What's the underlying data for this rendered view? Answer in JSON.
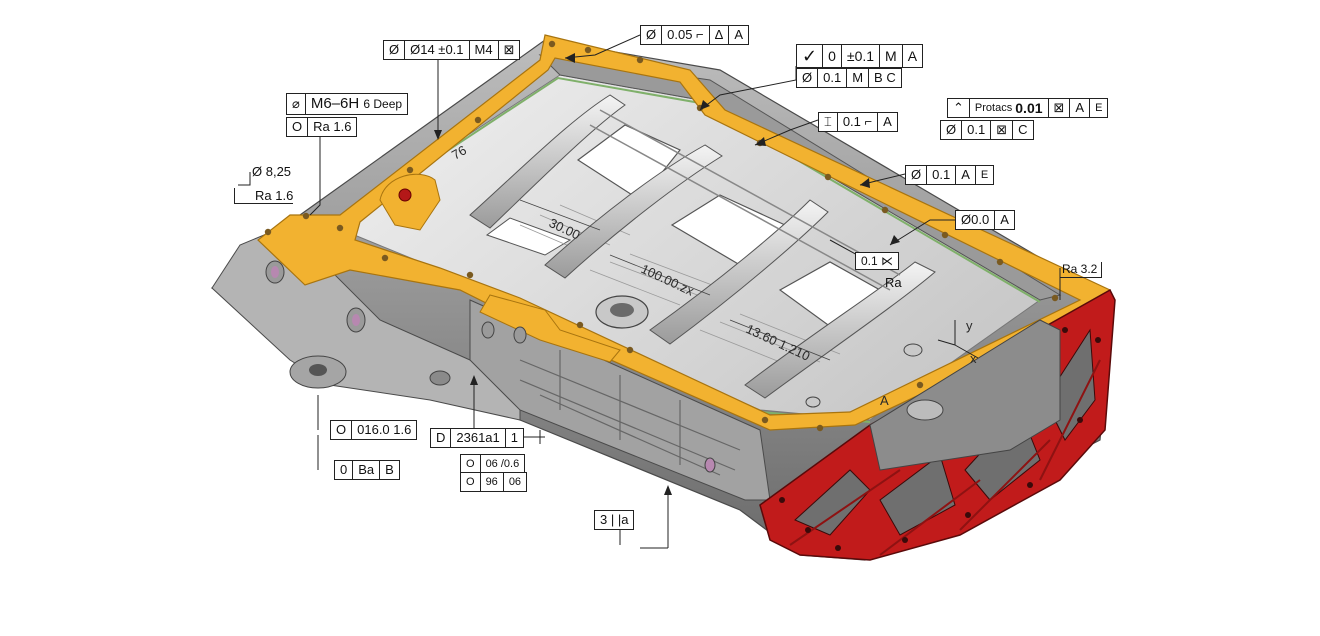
{
  "colors": {
    "flange": "#f2b230",
    "flange_edge": "#a8740f",
    "section_cut": "#c11b1b",
    "metal_light": "#d7d7d7",
    "metal_mid": "#a9a9a9",
    "metal_dark": "#6d6d6d",
    "seal_green": "#7fb06a"
  },
  "callouts": {
    "top_center": [
      "Ø",
      "0.05 ⌐",
      "Δ",
      "A"
    ],
    "hole_dia": [
      "Ø",
      "Ø14 ±0.1",
      "M4",
      "⊠"
    ],
    "thread": [
      "⌀",
      "M6–6H",
      "6 Deep"
    ],
    "rough_a": [
      "O",
      "Ra 1.6"
    ],
    "dia_825": "Ø 8,25",
    "ra_left": "Ra 1.6",
    "check_row": [
      "✓",
      "0",
      "±0.1",
      "M",
      "A"
    ],
    "pos_row": [
      "Ø",
      "0.1",
      "M",
      "B C"
    ],
    "protacs_row": [
      "⌃",
      "Protacs",
      "0.01",
      "⊠",
      "A",
      "E"
    ],
    "pos_c_row": [
      "Ø",
      "0.1",
      "⊠",
      "C"
    ],
    "flat_row": [
      "⌶",
      "0.1 ⌐",
      "A"
    ],
    "mid_row": [
      "Ø",
      "0.1",
      "A",
      "E"
    ],
    "zero_row": [
      "Ø0.0",
      "A"
    ],
    "small_tag": "0.1 ⋉",
    "ra_label": "Ra",
    "ra_right": "Ra 3.2",
    "left_low_1": [
      "O",
      "016.0 1.6"
    ],
    "left_low_2": [
      "0",
      "Ba",
      "B"
    ],
    "mid_low_1": [
      "D",
      "1"
    ],
    "mid_low_1_val": "2361a1",
    "mid_low_2a": [
      "O",
      "06 /0.6"
    ],
    "mid_low_2b": [
      "O",
      "96",
      "06"
    ],
    "bottom_stack": "3 | |a"
  },
  "dimensions": {
    "d1": "30.00",
    "d2": "100.00.zx",
    "d3": "13.60 1.210"
  },
  "axes": {
    "x": "x",
    "y": "y"
  },
  "part_marks": {
    "boss_text": "76",
    "boss_text2": "A"
  }
}
